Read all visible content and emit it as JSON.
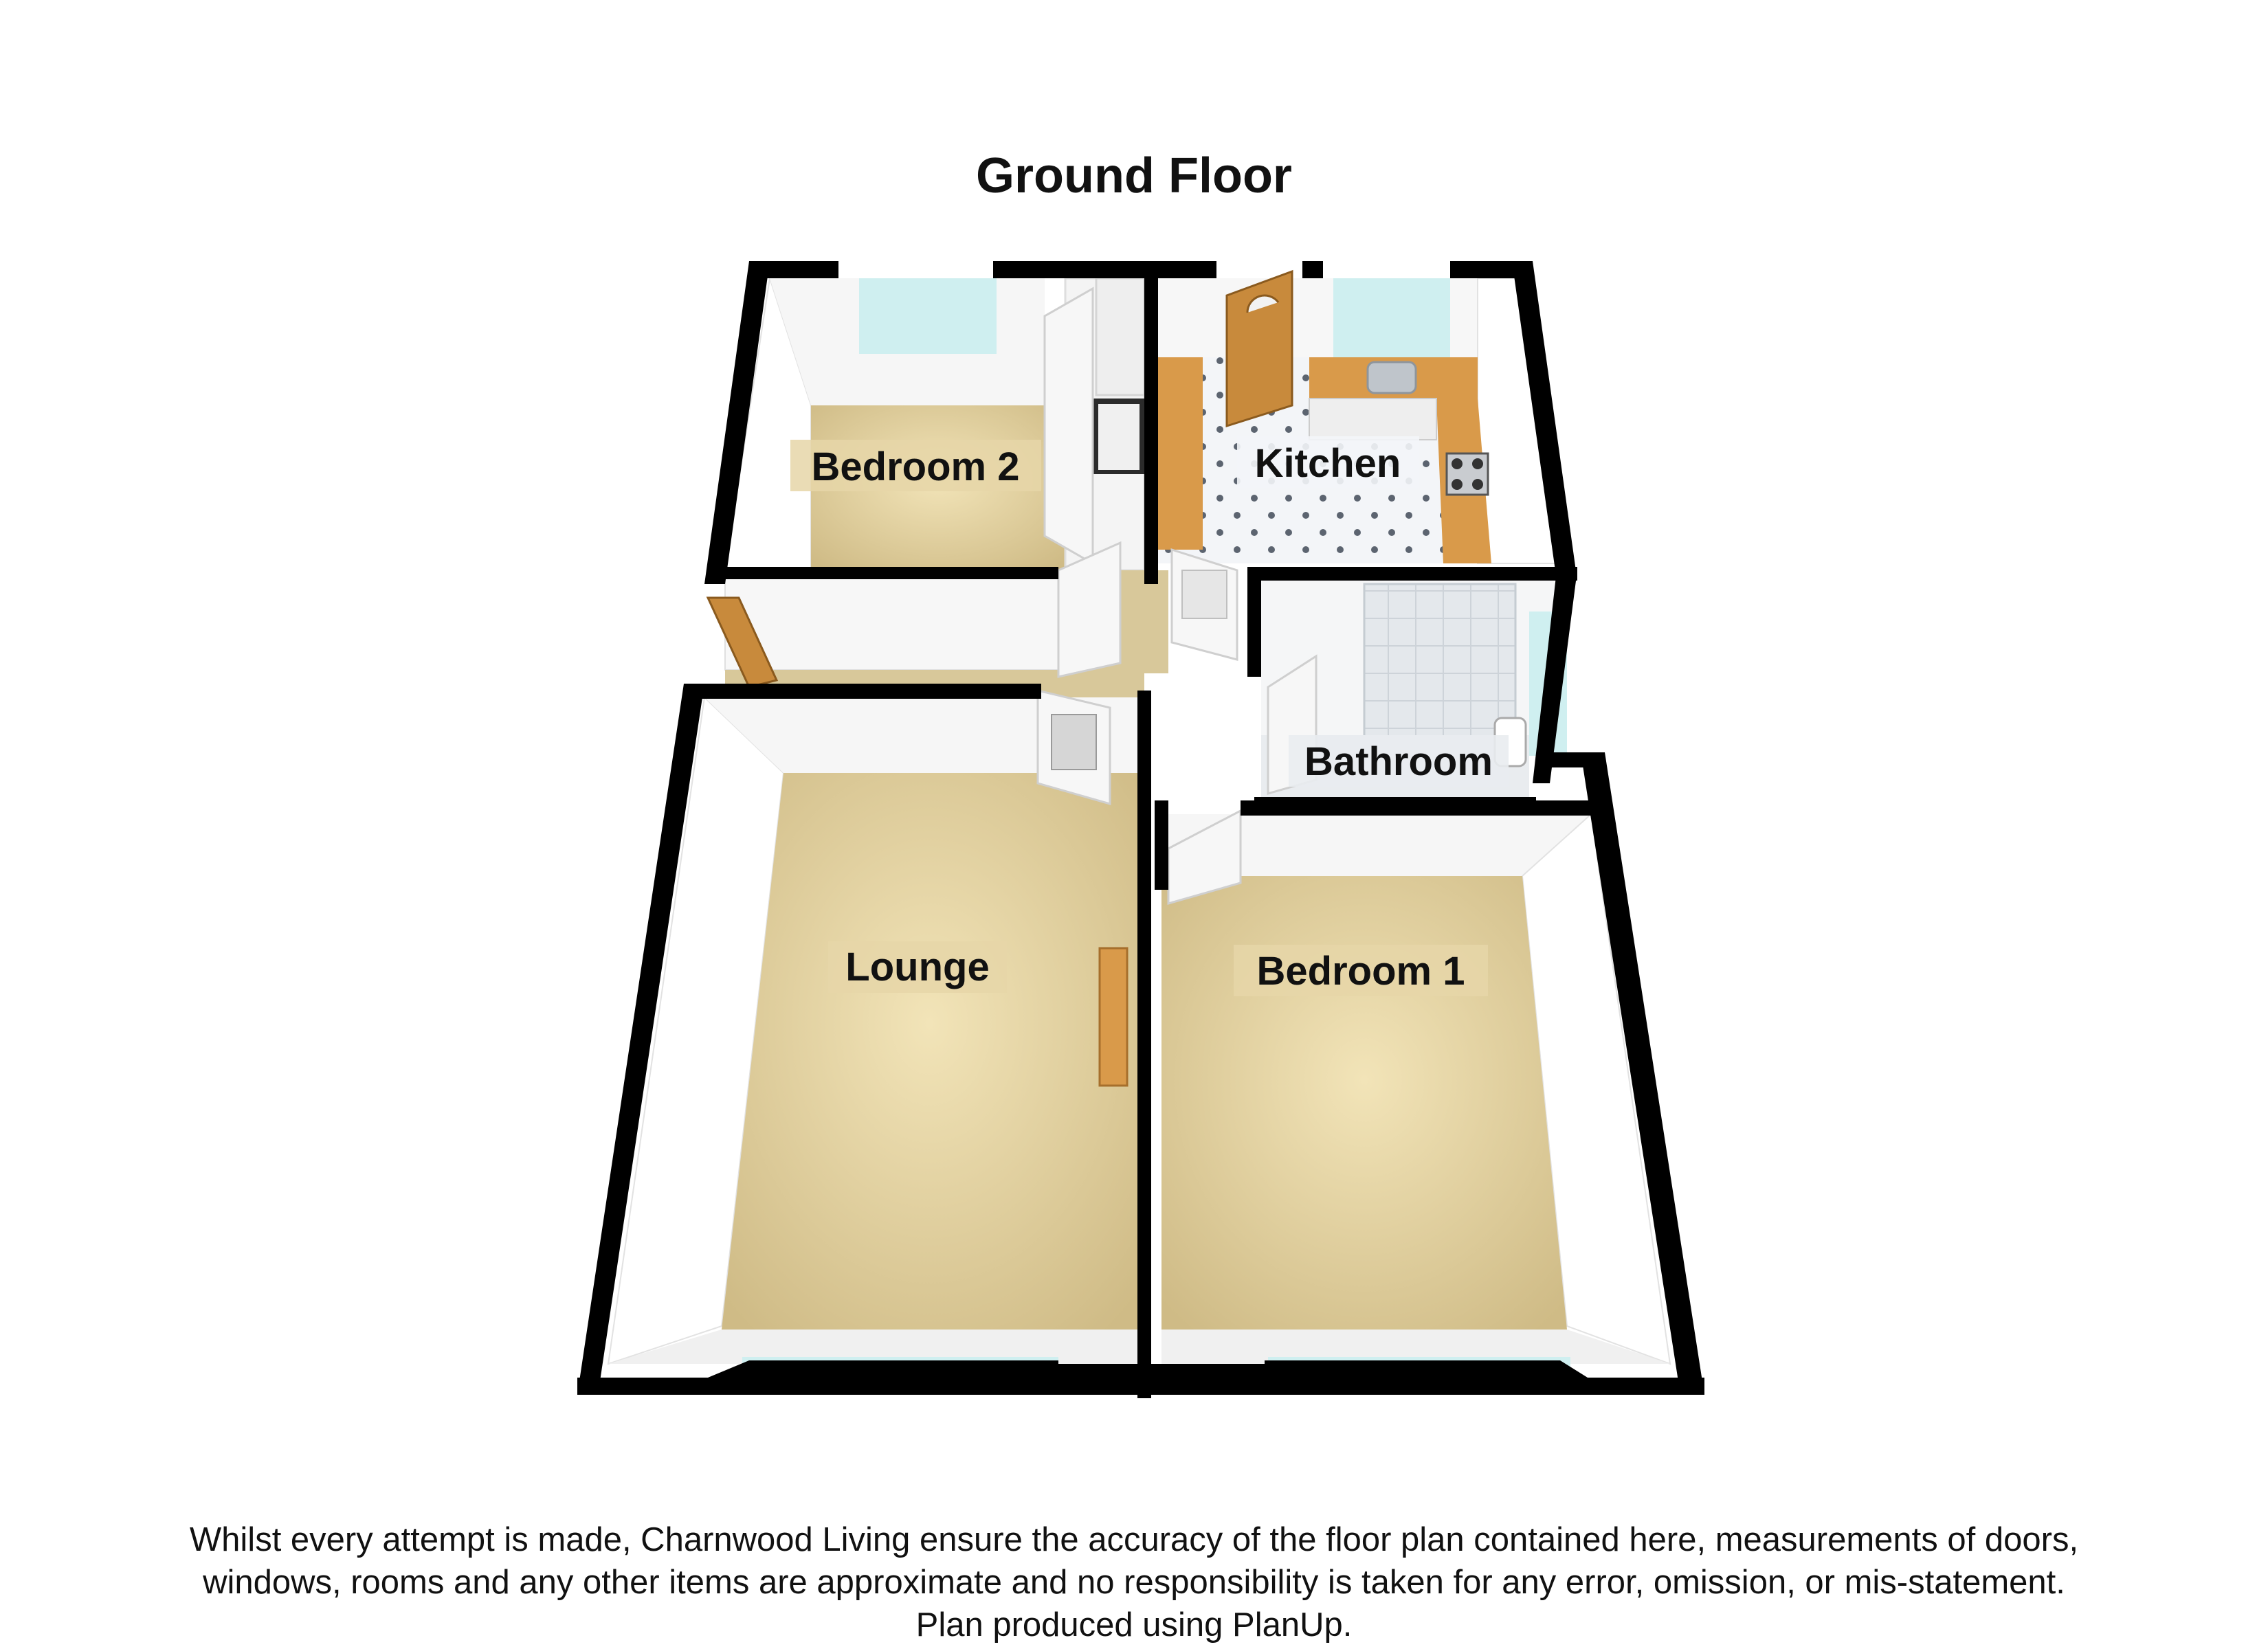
{
  "floor_title": "Ground Floor",
  "rooms": {
    "bedroom2": "Bedroom 2",
    "kitchen": "Kitchen",
    "bathroom": "Bathroom",
    "lounge": "Lounge",
    "bedroom1": "Bedroom 1"
  },
  "disclaimer": {
    "line1": "Whilst every attempt is made, Charnwood Living ensure the accuracy of the floor plan contained here, measurements of doors,",
    "line2": "windows, rooms and any other items are approximate and no responsibility is taken for any error, omission, or mis-statement.",
    "line3": "Plan produced using PlanUp."
  },
  "colors": {
    "wall": "#000000",
    "carpet": "#e6d6a8",
    "kitchen_floor": "#f1f3f6",
    "worktop": "#d99a4a",
    "door_wood": "#c88a3c",
    "window_glass": "#cfeff0"
  }
}
